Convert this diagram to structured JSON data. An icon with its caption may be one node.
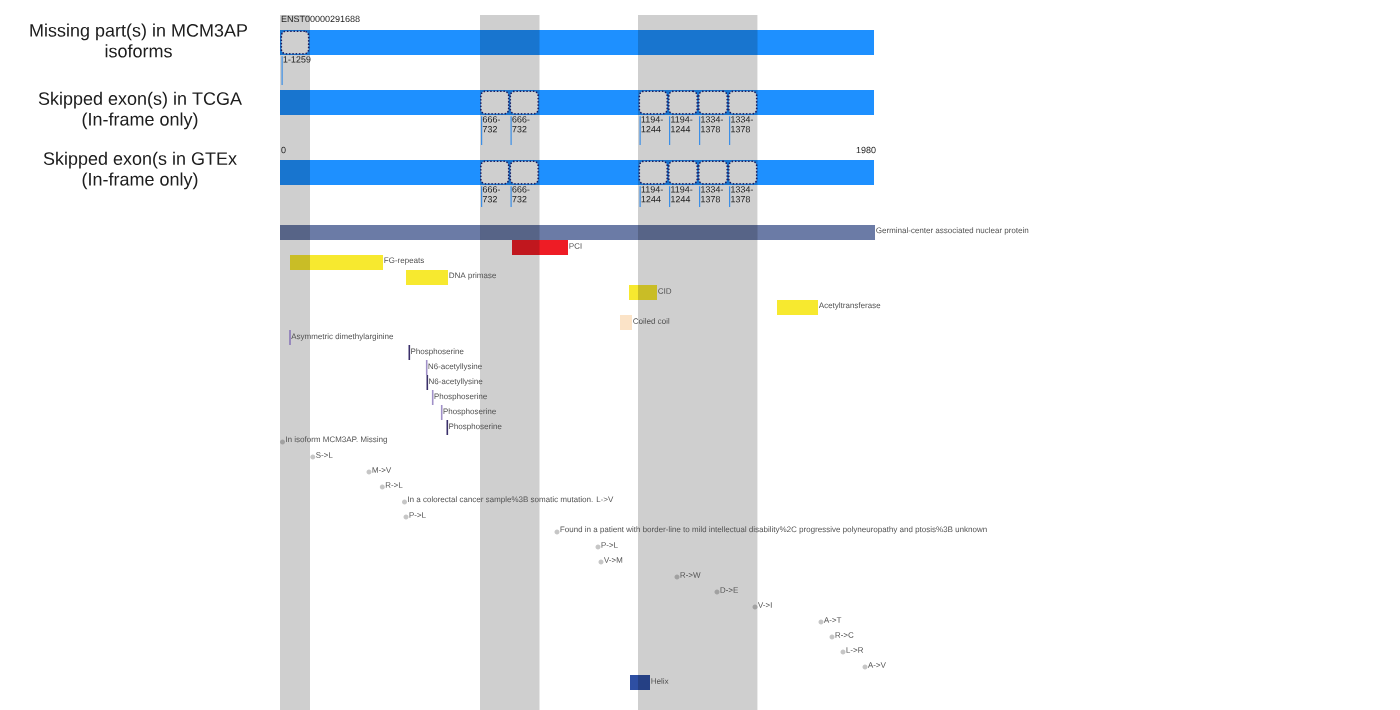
{
  "diagram": {
    "nodes": [
      {
        "text": [],
        "shape": "bar",
        "beside": [
          "ENST00000291688"
        ]
      },
      {
        "text": [],
        "shape": "box",
        "in": 0,
        "beside": [
          "1-1259"
        ]
      },
      {
        "text": [],
        "shape": "bar"
      },
      {
        "text": [],
        "shape": "box",
        "in": 2,
        "beside": [
          "666-732"
        ]
      },
      {
        "text": [],
        "shape": "box",
        "in": 2,
        "beside": [
          "666-732"
        ]
      },
      {
        "text": [],
        "shape": "box",
        "in": 2,
        "beside": [
          "1194-1244"
        ]
      },
      {
        "text": [],
        "shape": "box",
        "in": 2,
        "beside": [
          "1194-1244"
        ]
      },
      {
        "text": [],
        "shape": "box",
        "in": 2,
        "beside": [
          "1334-1378"
        ]
      },
      {
        "text": [],
        "shape": "box",
        "in": 2,
        "beside": [
          "1334-1378"
        ]
      },
      {
        "text": [],
        "shape": "bar"
      },
      {
        "text": [],
        "shape": "box",
        "in": 9,
        "beside": [
          "666-732"
        ]
      },
      {
        "text": [],
        "shape": "box",
        "in": 9,
        "beside": [
          "666-732"
        ]
      },
      {
        "text": [],
        "shape": "box",
        "in": 9,
        "beside": [
          "1194-1244"
        ]
      },
      {
        "text": [],
        "shape": "box",
        "in": 9,
        "beside": [
          "1194-1244"
        ]
      },
      {
        "text": [],
        "shape": "box",
        "in": 9,
        "beside": [
          "1334-1378"
        ]
      },
      {
        "text": [],
        "shape": "box",
        "in": 9,
        "beside": [
          "1334-1378"
        ]
      },
      {
        "text": [],
        "shape": "bar",
        "beside": [
          "Germinal-center associated nuclear protein"
        ]
      },
      {
        "text": [],
        "shape": "bar",
        "beside": [
          "PCI"
        ]
      },
      {
        "text": [],
        "shape": "bar",
        "beside": [
          "FG-repeats"
        ]
      },
      {
        "text": [],
        "shape": "bar",
        "beside": [
          "DNA primase"
        ]
      },
      {
        "text": [],
        "shape": "bar",
        "beside": [
          "CID"
        ]
      },
      {
        "text": [],
        "shape": "bar",
        "beside": [
          "Acetyltransferase"
        ]
      },
      {
        "text": [],
        "shape": "bar",
        "beside": [
          "Coiled coil"
        ]
      },
      {
        "text": [],
        "shape": "line",
        "beside": [
          "Asymmetric dimethylarginine"
        ]
      },
      {
        "text": [],
        "shape": "line",
        "beside": [
          "Phosphoserine"
        ]
      },
      {
        "text": [],
        "shape": "line",
        "beside": [
          "N6-acetyllysine"
        ]
      },
      {
        "text": [],
        "shape": "line",
        "beside": [
          "N6-acetyllysine"
        ]
      },
      {
        "text": [],
        "shape": "line",
        "beside": [
          "Phosphoserine"
        ]
      },
      {
        "text": [],
        "shape": "line",
        "beside": [
          "Phosphoserine"
        ]
      },
      {
        "text": [],
        "shape": "line",
        "beside": [
          "Phosphoserine"
        ]
      },
      {
        "text": [],
        "shape": "circle",
        "beside": [
          "In isoform MCM3AP. Missing"
        ]
      },
      {
        "text": [],
        "shape": "circle",
        "beside": [
          "S->L"
        ]
      },
      {
        "text": [],
        "shape": "circle",
        "beside": [
          "M->V"
        ]
      },
      {
        "text": [],
        "shape": "circle",
        "beside": [
          "R->L"
        ]
      },
      {
        "text": [],
        "shape": "circle",
        "beside": [
          "In a colorectal cancer sample%3B somatic mutation. L->V"
        ]
      },
      {
        "text": [],
        "shape": "circle",
        "beside": [
          "P->L"
        ]
      },
      {
        "text": [],
        "shape": "circle",
        "beside": [
          "Found in a patient with border-line to mild intellectual disability%2C progressive polyneuropathy and ptosis%3B unknown"
        ]
      },
      {
        "text": [],
        "shape": "circle",
        "beside": [
          "P->L"
        ]
      },
      {
        "text": [],
        "shape": "circle",
        "beside": [
          "V->M"
        ]
      },
      {
        "text": [],
        "shape": "circle",
        "beside": [
          "R->W"
        ]
      },
      {
        "text": [],
        "shape": "circle",
        "beside": [
          "D->E"
        ]
      },
      {
        "text": [],
        "shape": "circle",
        "beside": [
          "V->I"
        ]
      },
      {
        "text": [],
        "shape": "circle",
        "beside": [
          "A->T"
        ]
      },
      {
        "text": [],
        "shape": "circle",
        "beside": [
          "R->C"
        ]
      },
      {
        "text": [],
        "shape": "circle",
        "beside": [
          "L->R"
        ]
      },
      {
        "text": [],
        "shape": "circle",
        "beside": [
          "A->V"
        ]
      },
      {
        "text": [],
        "shape": "bar",
        "beside": [
          "Helix"
        ]
      }
    ],
    "labels": [
      "Missing part(s) in MCM3AP isoforms",
      "Skipped exon(s) in TCGA (In-frame only)",
      "0",
      "1980",
      "Skipped exon(s in GTEx (In-frame only)"
    ]
  }
}
